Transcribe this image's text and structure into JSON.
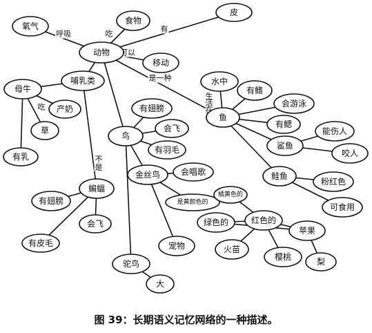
{
  "caption": "图 39：长期语义记忆网络的一种描述。",
  "nodes": [
    {
      "id": "oxygen",
      "label": "氧气"
    },
    {
      "id": "food",
      "label": "食物"
    },
    {
      "id": "skin",
      "label": "皮"
    },
    {
      "id": "animal",
      "label": "动物"
    },
    {
      "id": "move",
      "label": "移动"
    },
    {
      "id": "cow",
      "label": "母牛"
    },
    {
      "id": "mammal",
      "label": "哺乳类"
    },
    {
      "id": "milk",
      "label": "产奶"
    },
    {
      "id": "grass",
      "label": "草"
    },
    {
      "id": "udder",
      "label": "有乳"
    },
    {
      "id": "water",
      "label": "水中"
    },
    {
      "id": "fins",
      "label": "有鳍"
    },
    {
      "id": "swim",
      "label": "会游泳"
    },
    {
      "id": "gills",
      "label": "有鳃"
    },
    {
      "id": "fish",
      "label": "鱼"
    },
    {
      "id": "shark",
      "label": "鲨鱼"
    },
    {
      "id": "hurt",
      "label": "能伤人"
    },
    {
      "id": "bite",
      "label": "咬人"
    },
    {
      "id": "salmon",
      "label": "鲑鱼"
    },
    {
      "id": "pink",
      "label": "粉红色"
    },
    {
      "id": "edible",
      "label": "可食用"
    },
    {
      "id": "wings1",
      "label": "有翅膀"
    },
    {
      "id": "fly1",
      "label": "会飞"
    },
    {
      "id": "bird",
      "label": "鸟"
    },
    {
      "id": "feathers",
      "label": "有羽毛"
    },
    {
      "id": "canary",
      "label": "金丝鸟"
    },
    {
      "id": "sing",
      "label": "会唱歌"
    },
    {
      "id": "pet",
      "label": "宠物"
    },
    {
      "id": "bat",
      "label": "蝙蝠"
    },
    {
      "id": "wings2",
      "label": "有翅膀"
    },
    {
      "id": "fly2",
      "label": "会飞"
    },
    {
      "id": "fur",
      "label": "有皮毛"
    },
    {
      "id": "ostrich",
      "label": "驼鸟"
    },
    {
      "id": "big",
      "label": "大"
    },
    {
      "id": "isyellow",
      "label": "是黄颜色的"
    },
    {
      "id": "orangeish",
      "label": "橘黄色的"
    },
    {
      "id": "green",
      "label": "绿色的"
    },
    {
      "id": "red",
      "label": "红色的"
    },
    {
      "id": "apple",
      "label": "苹果"
    },
    {
      "id": "flame",
      "label": "火苗"
    },
    {
      "id": "cherry",
      "label": "樱桃"
    },
    {
      "id": "pear",
      "label": "梨"
    }
  ],
  "edges": [
    {
      "from": "animal",
      "to": "oxygen",
      "label": "呼吸"
    },
    {
      "from": "animal",
      "to": "food",
      "label": "吃"
    },
    {
      "from": "animal",
      "to": "skin",
      "label": "有"
    },
    {
      "from": "animal",
      "to": "move",
      "label": "可以"
    },
    {
      "from": "animal",
      "to": "fish",
      "label": "是一种"
    },
    {
      "from": "animal",
      "to": "mammal",
      "label": ""
    },
    {
      "from": "animal",
      "to": "bird",
      "label": ""
    },
    {
      "from": "mammal",
      "to": "cow",
      "label": ""
    },
    {
      "from": "mammal",
      "to": "bat",
      "label": "不是"
    },
    {
      "from": "cow",
      "to": "milk",
      "label": "吃"
    },
    {
      "from": "cow",
      "to": "grass",
      "label": ""
    },
    {
      "from": "cow",
      "to": "udder",
      "label": ""
    },
    {
      "from": "fish",
      "to": "water",
      "label": "生活在"
    },
    {
      "from": "fish",
      "to": "fins",
      "label": ""
    },
    {
      "from": "fish",
      "to": "swim",
      "label": ""
    },
    {
      "from": "fish",
      "to": "gills",
      "label": ""
    },
    {
      "from": "fish",
      "to": "shark",
      "label": ""
    },
    {
      "from": "fish",
      "to": "salmon",
      "label": ""
    },
    {
      "from": "shark",
      "to": "hurt",
      "label": ""
    },
    {
      "from": "shark",
      "to": "bite",
      "label": ""
    },
    {
      "from": "salmon",
      "to": "pink",
      "label": ""
    },
    {
      "from": "salmon",
      "to": "edible",
      "label": ""
    },
    {
      "from": "bird",
      "to": "wings1",
      "label": ""
    },
    {
      "from": "bird",
      "to": "fly1",
      "label": ""
    },
    {
      "from": "bird",
      "to": "feathers",
      "label": ""
    },
    {
      "from": "bird",
      "to": "canary",
      "label": ""
    },
    {
      "from": "bird",
      "to": "ostrich",
      "label": ""
    },
    {
      "from": "canary",
      "to": "sing",
      "label": ""
    },
    {
      "from": "canary",
      "to": "pet",
      "label": ""
    },
    {
      "from": "canary",
      "to": "isyellow",
      "label": ""
    },
    {
      "from": "ostrich",
      "to": "big",
      "label": ""
    },
    {
      "from": "bat",
      "to": "wings2",
      "label": ""
    },
    {
      "from": "bat",
      "to": "fly2",
      "label": ""
    },
    {
      "from": "bat",
      "to": "fur",
      "label": ""
    },
    {
      "from": "isyellow",
      "to": "orangeish",
      "label": ""
    },
    {
      "from": "orangeish",
      "to": "red",
      "label": ""
    },
    {
      "from": "green",
      "to": "red",
      "label": ""
    },
    {
      "from": "red",
      "to": "apple",
      "label": ""
    },
    {
      "from": "red",
      "to": "flame",
      "label": ""
    },
    {
      "from": "red",
      "to": "cherry",
      "label": ""
    },
    {
      "from": "apple",
      "to": "green",
      "label": ""
    },
    {
      "from": "apple",
      "to": "pear",
      "label": ""
    }
  ]
}
